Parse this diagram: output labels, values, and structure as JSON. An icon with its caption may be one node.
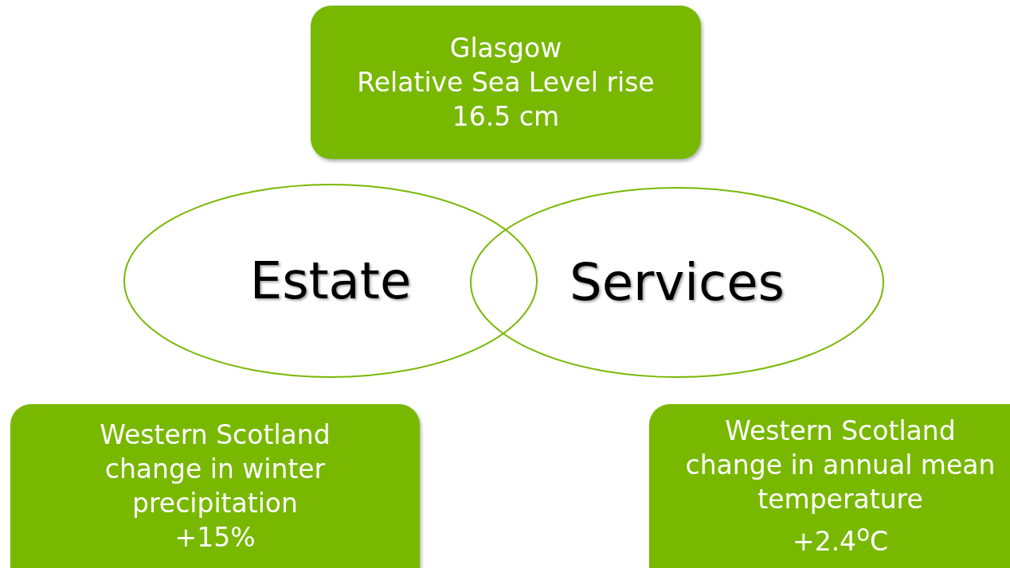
{
  "diagram": {
    "nodes": [
      {
        "text": [
          "Glasgow",
          "Relative Sea Level rise",
          "16.5 cm"
        ]
      },
      {
        "text": [
          "Estate"
        ]
      },
      {
        "text": [
          "Services"
        ]
      },
      {
        "text": [
          "Western Scotland",
          "change in winter precipitation",
          "+15%"
        ]
      },
      {
        "text": [
          "Western Scotland",
          "change in annual mean temperature",
          "+2.4$^{o}$C"
        ]
      }
    ],
    "edges": []
  }
}
